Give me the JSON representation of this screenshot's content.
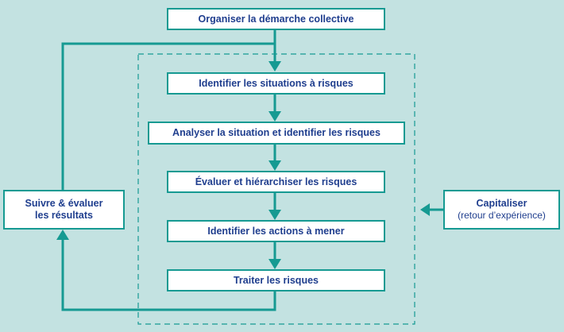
{
  "colors": {
    "background": "#c3e2e1",
    "accent": "#169a92",
    "text": "#1f3e8e",
    "box_fill": "#ffffff"
  },
  "steps": [
    {
      "id": "step-organiser",
      "label": "Organiser la démarche collective"
    },
    {
      "id": "step-identifier-situations",
      "label": "Identifier les situations à risques"
    },
    {
      "id": "step-analyser",
      "label": "Analyser la situation et identifier les risques"
    },
    {
      "id": "step-evaluer",
      "label": "Évaluer et hiérarchiser les risques"
    },
    {
      "id": "step-identifier-actions",
      "label": "Identifier les actions à mener"
    },
    {
      "id": "step-traiter",
      "label": "Traiter les risques"
    }
  ],
  "side_left": {
    "line1": "Suivre & évaluer",
    "line2": "les résultats"
  },
  "side_right": {
    "title": "Capitaliser",
    "subtitle": "(retour d’expérience)"
  }
}
